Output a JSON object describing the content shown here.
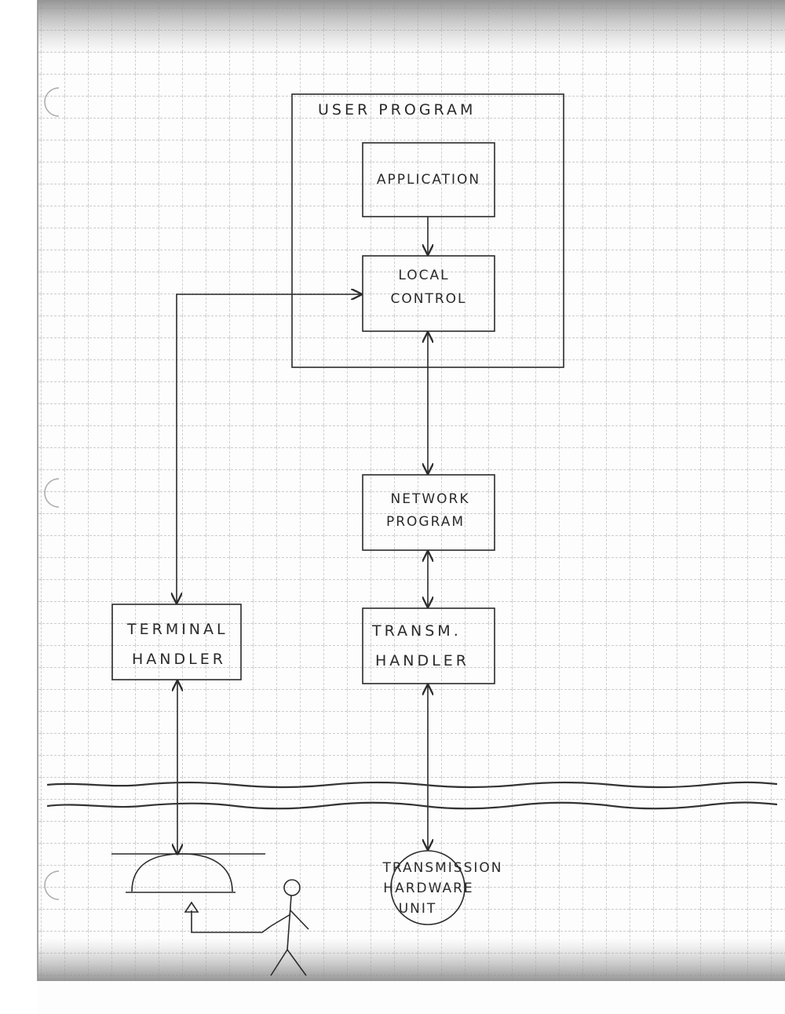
{
  "diagram": {
    "user_program": "USER PROGRAM",
    "application": "APPLICATION",
    "local_control": [
      "LOCAL",
      "CONTROL"
    ],
    "network_program": [
      "NETWORK",
      "PROGRAM"
    ],
    "terminal_handler": [
      "TERMINAL",
      "HANDLER"
    ],
    "transm_handler": [
      "TRANSM.",
      "HANDLER"
    ],
    "transmission_unit": [
      "TRANSMISSION",
      "HARDWARE",
      "UNIT"
    ]
  }
}
